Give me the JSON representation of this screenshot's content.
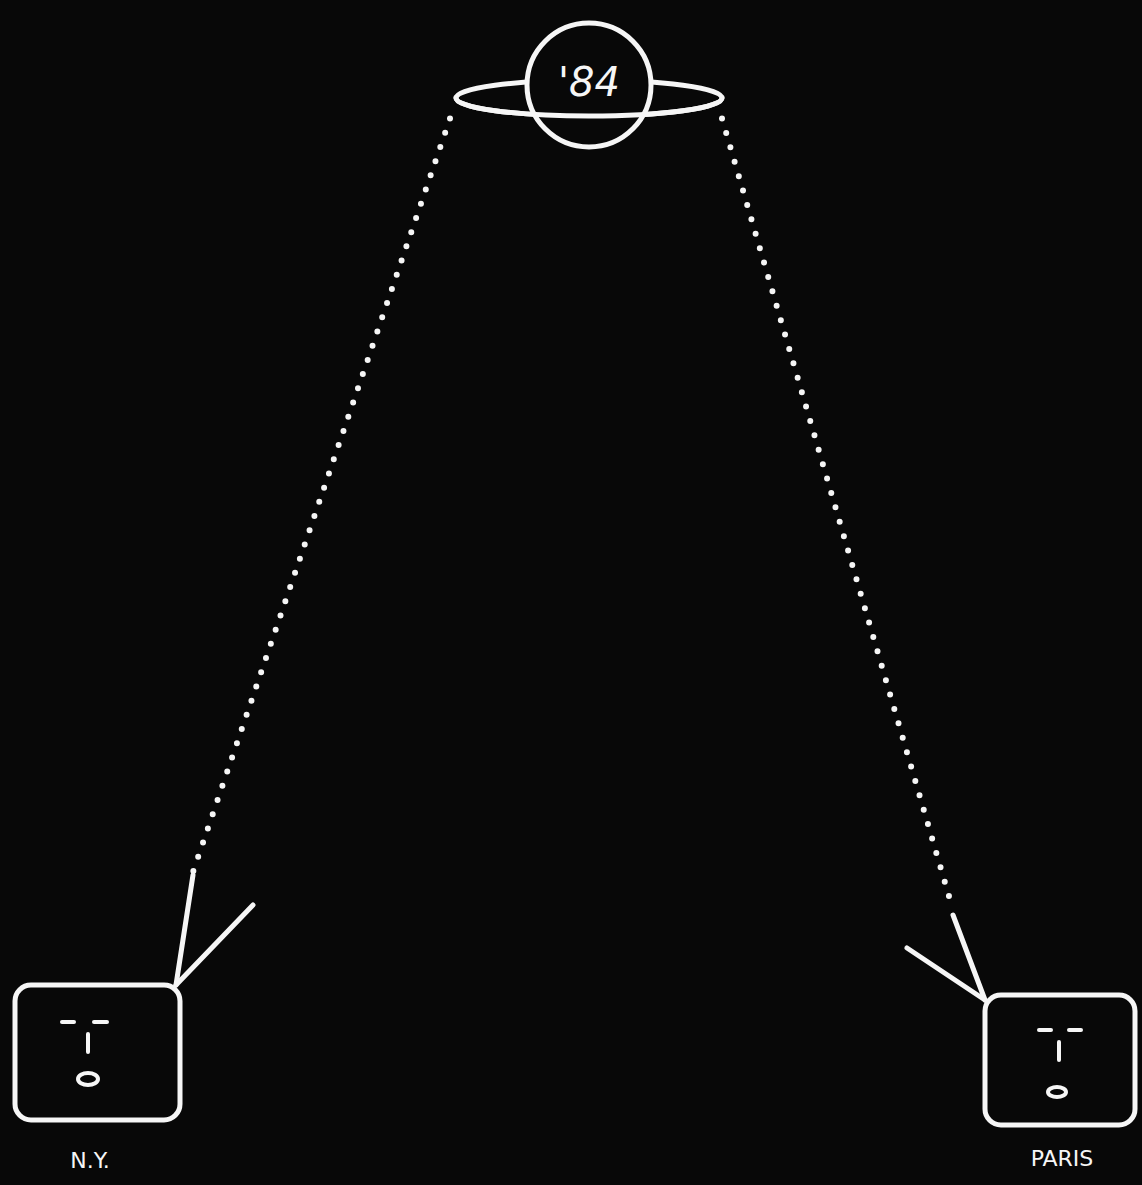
{
  "diagram": {
    "nodes": [
      {
        "text": [
          "'84"
        ]
      },
      {
        "text": [
          "N.Y."
        ]
      },
      {
        "text": [
          "PARIS"
        ]
      }
    ],
    "edges": [
      {
        "from": 0,
        "to": 1,
        "arrow": "none"
      },
      {
        "from": 0,
        "to": 2,
        "arrow": "none"
      }
    ]
  }
}
